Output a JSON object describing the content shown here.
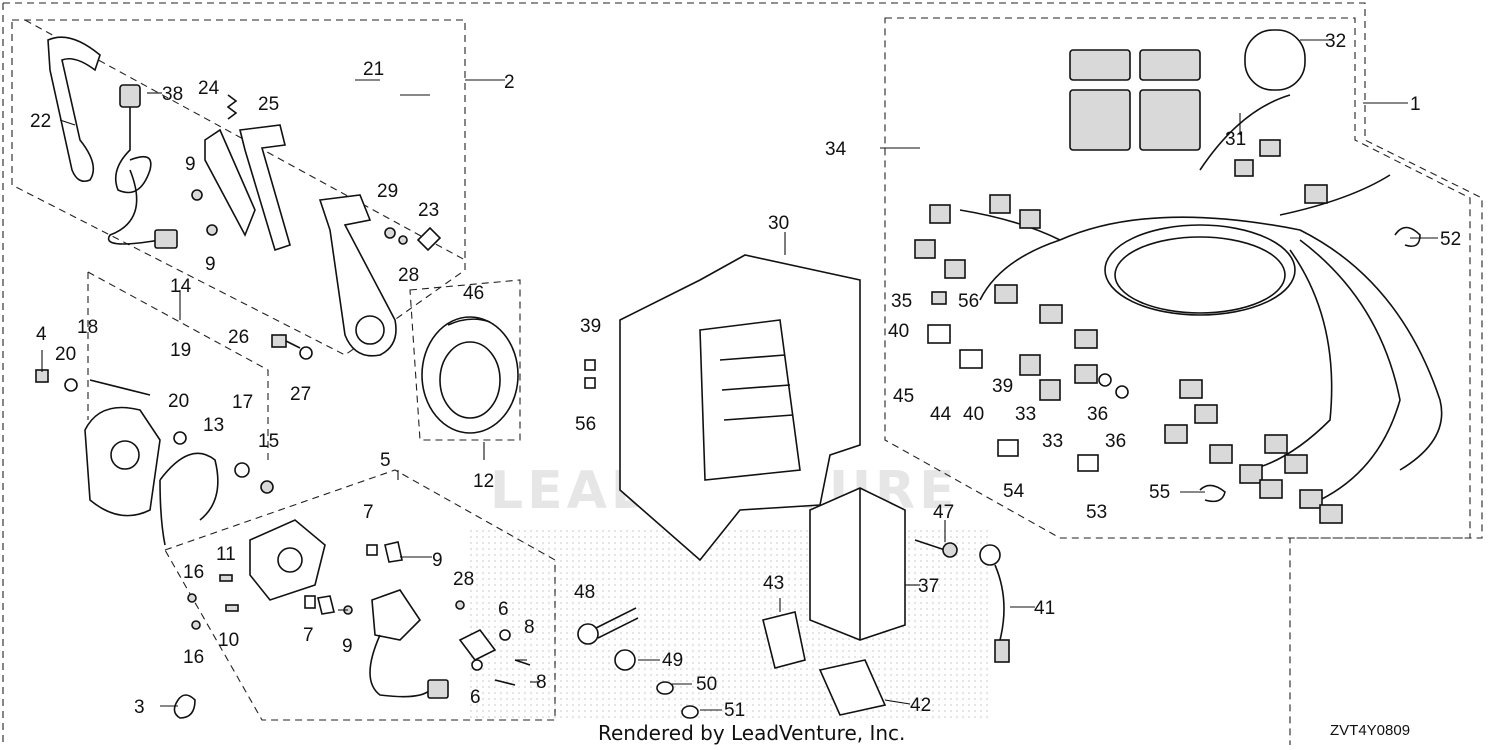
{
  "diagram": {
    "footer_credit": "Rendered by LeadVenture, Inc.",
    "diagram_code": "ZVT4Y0809",
    "watermark": "LEADVENTURE",
    "labels": [
      {
        "id": "l1",
        "text": "1"
      },
      {
        "id": "l2",
        "text": "2"
      },
      {
        "id": "l3",
        "text": "3"
      },
      {
        "id": "l4",
        "text": "4"
      },
      {
        "id": "l5",
        "text": "5"
      },
      {
        "id": "l6a",
        "text": "6"
      },
      {
        "id": "l6b",
        "text": "6"
      },
      {
        "id": "l7a",
        "text": "7"
      },
      {
        "id": "l7b",
        "text": "7"
      },
      {
        "id": "l8a",
        "text": "8"
      },
      {
        "id": "l8b",
        "text": "8"
      },
      {
        "id": "l9a",
        "text": "9"
      },
      {
        "id": "l9b",
        "text": "9"
      },
      {
        "id": "l9c",
        "text": "9"
      },
      {
        "id": "l9d",
        "text": "9"
      },
      {
        "id": "l10",
        "text": "10"
      },
      {
        "id": "l11",
        "text": "11"
      },
      {
        "id": "l12",
        "text": "12"
      },
      {
        "id": "l13",
        "text": "13"
      },
      {
        "id": "l14",
        "text": "14"
      },
      {
        "id": "l15",
        "text": "15"
      },
      {
        "id": "l16a",
        "text": "16"
      },
      {
        "id": "l16b",
        "text": "16"
      },
      {
        "id": "l17",
        "text": "17"
      },
      {
        "id": "l18",
        "text": "18"
      },
      {
        "id": "l19",
        "text": "19"
      },
      {
        "id": "l20a",
        "text": "20"
      },
      {
        "id": "l20b",
        "text": "20"
      },
      {
        "id": "l21",
        "text": "21"
      },
      {
        "id": "l22",
        "text": "22"
      },
      {
        "id": "l23",
        "text": "23"
      },
      {
        "id": "l24",
        "text": "24"
      },
      {
        "id": "l25",
        "text": "25"
      },
      {
        "id": "l26",
        "text": "26"
      },
      {
        "id": "l27",
        "text": "27"
      },
      {
        "id": "l28a",
        "text": "28"
      },
      {
        "id": "l28b",
        "text": "28"
      },
      {
        "id": "l29",
        "text": "29"
      },
      {
        "id": "l30",
        "text": "30"
      },
      {
        "id": "l31",
        "text": "31"
      },
      {
        "id": "l32",
        "text": "32"
      },
      {
        "id": "l33a",
        "text": "33"
      },
      {
        "id": "l33b",
        "text": "33"
      },
      {
        "id": "l34",
        "text": "34"
      },
      {
        "id": "l35",
        "text": "35"
      },
      {
        "id": "l36a",
        "text": "36"
      },
      {
        "id": "l36b",
        "text": "36"
      },
      {
        "id": "l37",
        "text": "37"
      },
      {
        "id": "l38",
        "text": "38"
      },
      {
        "id": "l39a",
        "text": "39"
      },
      {
        "id": "l39b",
        "text": "39"
      },
      {
        "id": "l40a",
        "text": "40"
      },
      {
        "id": "l40b",
        "text": "40"
      },
      {
        "id": "l41",
        "text": "41"
      },
      {
        "id": "l42",
        "text": "42"
      },
      {
        "id": "l43",
        "text": "43"
      },
      {
        "id": "l44",
        "text": "44"
      },
      {
        "id": "l45",
        "text": "45"
      },
      {
        "id": "l46",
        "text": "46"
      },
      {
        "id": "l47",
        "text": "47"
      },
      {
        "id": "l48",
        "text": "48"
      },
      {
        "id": "l49",
        "text": "49"
      },
      {
        "id": "l50",
        "text": "50"
      },
      {
        "id": "l51",
        "text": "51"
      },
      {
        "id": "l52",
        "text": "52"
      },
      {
        "id": "l53",
        "text": "53"
      },
      {
        "id": "l54",
        "text": "54"
      },
      {
        "id": "l55",
        "text": "55"
      },
      {
        "id": "l56a",
        "text": "56"
      },
      {
        "id": "l56b",
        "text": "56"
      }
    ]
  }
}
